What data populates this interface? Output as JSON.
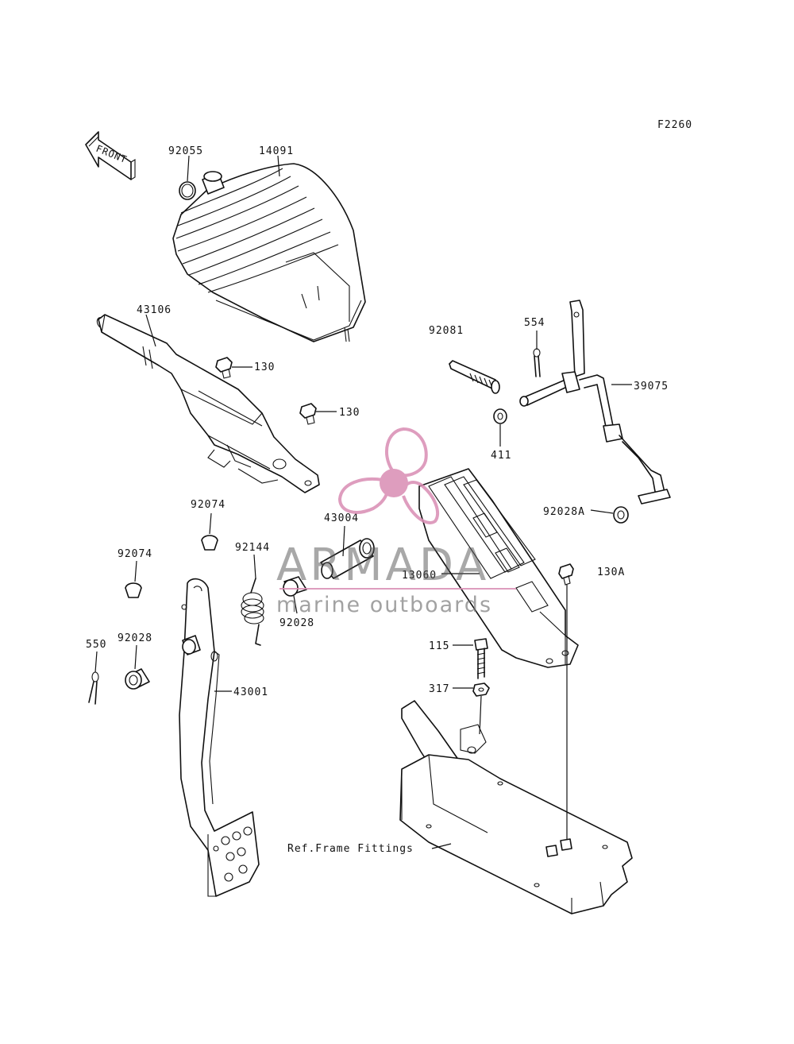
{
  "figure_code": "F2260",
  "front_label": "FRONT",
  "reference_label": "Ref.Frame Fittings",
  "watermark": {
    "brand": "ARMADA",
    "tagline": "marine outboards",
    "color": "#d98cb3"
  },
  "part_labels": [
    {
      "key": "92055",
      "text": "92055"
    },
    {
      "key": "14091",
      "text": "14091"
    },
    {
      "key": "43106",
      "text": "43106"
    },
    {
      "key": "130a",
      "text": "130"
    },
    {
      "key": "130b",
      "text": "130"
    },
    {
      "key": "92081",
      "text": "92081"
    },
    {
      "key": "554",
      "text": "554"
    },
    {
      "key": "39075",
      "text": "39075"
    },
    {
      "key": "411",
      "text": "411"
    },
    {
      "key": "92074a",
      "text": "92074"
    },
    {
      "key": "92074b",
      "text": "92074"
    },
    {
      "key": "43004",
      "text": "43004"
    },
    {
      "key": "92144",
      "text": "92144"
    },
    {
      "key": "92028A",
      "text": "92028A"
    },
    {
      "key": "13060",
      "text": "13060"
    },
    {
      "key": "130A",
      "text": "130A"
    },
    {
      "key": "92028a",
      "text": "92028"
    },
    {
      "key": "92028b",
      "text": "92028"
    },
    {
      "key": "550",
      "text": "550"
    },
    {
      "key": "43001",
      "text": "43001"
    },
    {
      "key": "115",
      "text": "115"
    },
    {
      "key": "317",
      "text": "317"
    }
  ]
}
